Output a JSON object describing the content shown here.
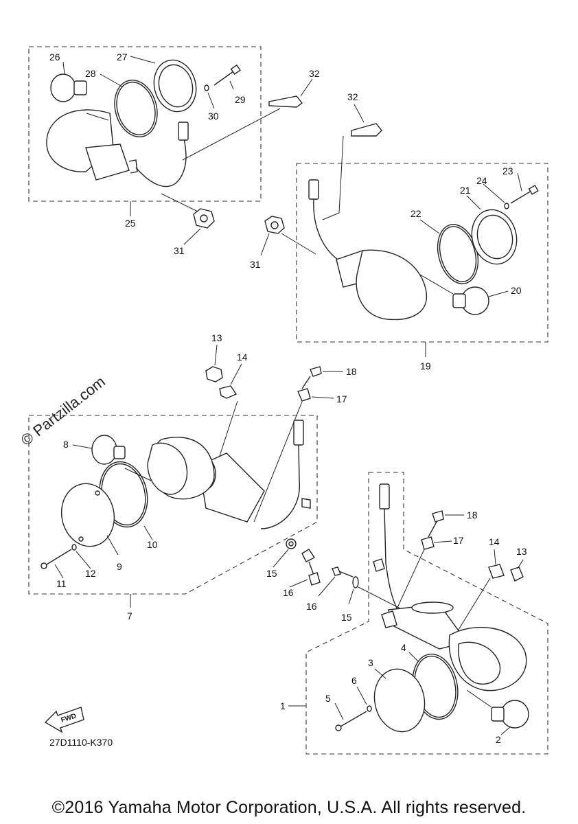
{
  "watermark": "© Partzilla.com",
  "diagram_code": "27D1110-K370",
  "fwd_label": "FWD",
  "copyright": "©2016 Yamaha Motor Corporation, U.S.A. All rights reserved.",
  "callouts": {
    "c1": "1",
    "c2": "2",
    "c3": "3",
    "c4": "4",
    "c5": "5",
    "c6": "6",
    "c7": "7",
    "c8": "8",
    "c9": "9",
    "c10": "10",
    "c11": "11",
    "c12": "12",
    "c13a": "13",
    "c13b": "13",
    "c14a": "14",
    "c14b": "14",
    "c15a": "15",
    "c15b": "15",
    "c16a": "16",
    "c16b": "16",
    "c17a": "17",
    "c17b": "17",
    "c18a": "18",
    "c18b": "18",
    "c19": "19",
    "c20": "20",
    "c21": "21",
    "c22": "22",
    "c23": "23",
    "c24": "24",
    "c25": "25",
    "c26": "26",
    "c27": "27",
    "c28": "28",
    "c29": "29",
    "c30": "30",
    "c31a": "31",
    "c31b": "31",
    "c32a": "32",
    "c32b": "32"
  }
}
